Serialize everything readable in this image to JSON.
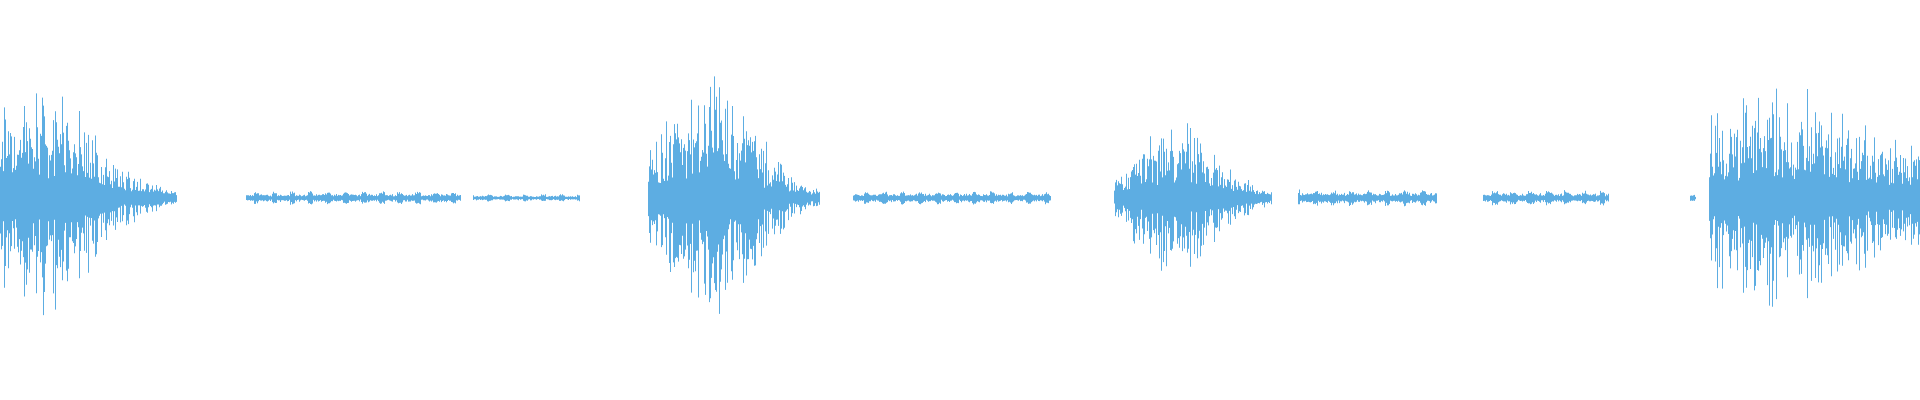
{
  "waveform": {
    "color": "#5dade2",
    "background": "#ffffff",
    "duration_fraction_segments": [
      {
        "type": "burst",
        "start": 0.0,
        "end": 0.092,
        "peak": 0.95,
        "center": 0.02,
        "decay": 0.06
      },
      {
        "type": "noise",
        "start": 0.128,
        "end": 0.24,
        "level": 0.035
      },
      {
        "type": "noise",
        "start": 0.246,
        "end": 0.302,
        "level": 0.02
      },
      {
        "type": "burst",
        "start": 0.337,
        "end": 0.427,
        "peak": 1.0,
        "center": 0.369,
        "decay": 0.05
      },
      {
        "type": "noise",
        "start": 0.444,
        "end": 0.547,
        "level": 0.035
      },
      {
        "type": "burst",
        "start": 0.58,
        "end": 0.662,
        "peak": 0.62,
        "center": 0.612,
        "decay": 0.045
      },
      {
        "type": "noise",
        "start": 0.676,
        "end": 0.748,
        "level": 0.045
      },
      {
        "type": "noise",
        "start": 0.772,
        "end": 0.838,
        "level": 0.04
      },
      {
        "type": "noise",
        "start": 0.88,
        "end": 0.883,
        "level": 0.02
      },
      {
        "type": "burst",
        "start": 0.89,
        "end": 1.0,
        "peak": 0.9,
        "center": 0.925,
        "decay": 0.12
      }
    ]
  }
}
